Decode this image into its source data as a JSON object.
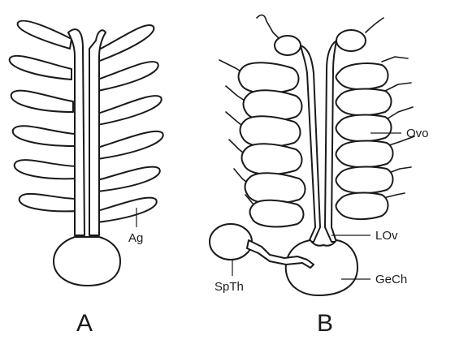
{
  "figure": {
    "panel_a": {
      "letter": "A",
      "labels": {
        "accessory_gland": "Ag"
      }
    },
    "panel_b": {
      "letter": "B",
      "labels": {
        "ovariole": "Ovo",
        "lateral_oviduct": "LOv",
        "genital_chamber": "GeCh",
        "spermatheca": "SpTh"
      }
    }
  }
}
